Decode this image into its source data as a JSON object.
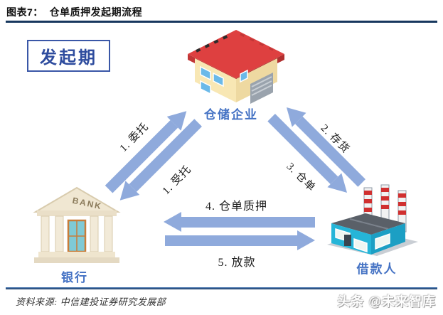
{
  "figure": {
    "title": "图表7：  仓单质押发起期流程"
  },
  "stage": {
    "label": "发起期"
  },
  "nodes": {
    "warehouse": {
      "label": "仓储企业"
    },
    "bank": {
      "label": "银行",
      "sign": "BANK"
    },
    "borrower": {
      "label": "借款人"
    }
  },
  "flows": {
    "entrust": "1. 委托",
    "accept": "1. 受托",
    "deposit": "2. 存货",
    "receipt": "3. 仓单",
    "pledge": "4. 仓单质押",
    "lend": "5. 放款"
  },
  "footer": {
    "source": "资料来源: 中信建投证券研究发展部",
    "watermark": "头条 @未来智库"
  },
  "colors": {
    "rule": "#17375E",
    "arrow": "#8FAADC",
    "node_label": "#4472C4",
    "stage_text": "#2E4C9E",
    "stage_border": "#3A57A7",
    "warehouse_roof": "#DE4040",
    "factory_body": "#25B5D8"
  }
}
